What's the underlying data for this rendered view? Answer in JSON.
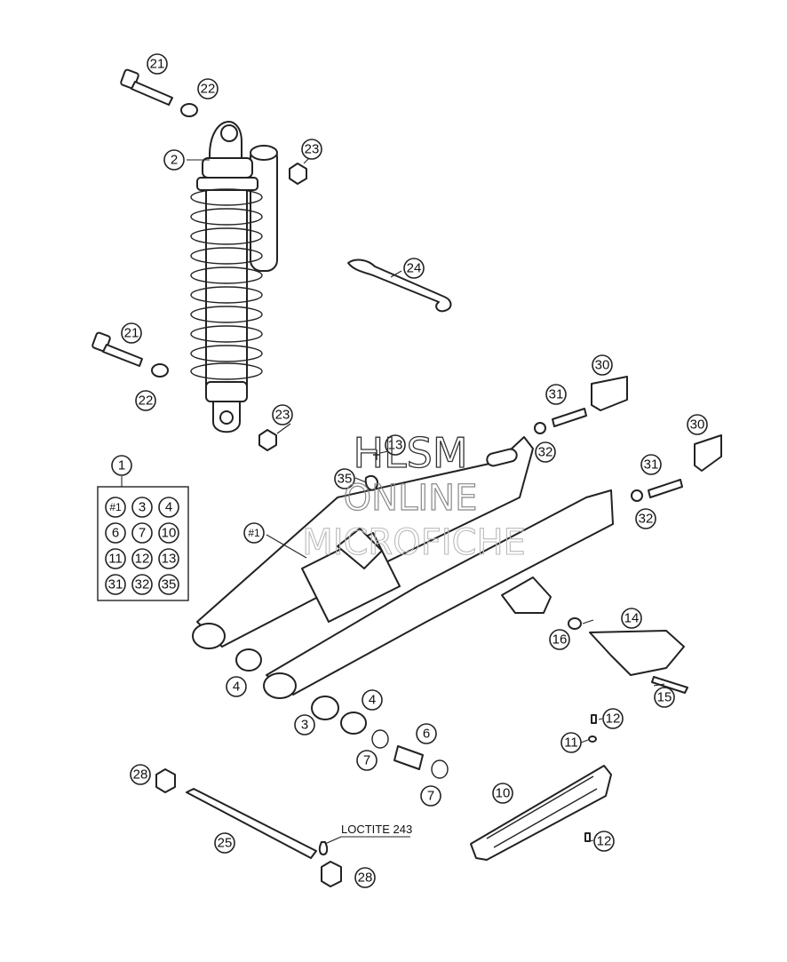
{
  "watermark": {
    "line1": "HLSM",
    "line2": "ONLINE",
    "line3": "MICROFICHE"
  },
  "note": {
    "loctite": "LOCTITE 243"
  },
  "kit_box": {
    "callout": "1",
    "items": [
      "#1",
      "3",
      "4",
      "6",
      "7",
      "10",
      "11",
      "12",
      "13",
      "31",
      "32",
      "35"
    ]
  },
  "callouts": {
    "c21a": "21",
    "c22a": "22",
    "c2": "2",
    "c23a": "23",
    "c24": "24",
    "c21b": "21",
    "c22b": "22",
    "c23b": "23",
    "c30a": "30",
    "c31a": "31",
    "c32a": "32",
    "c30b": "30",
    "c31b": "31",
    "c32b": "32",
    "c13": "13",
    "c35": "35",
    "c1sw": "#1",
    "c14": "14",
    "c16": "16",
    "c15": "15",
    "c4a": "4",
    "c3": "3",
    "c4b": "4",
    "c6": "6",
    "c7a": "7",
    "c7b": "7",
    "c12a": "12",
    "c11": "11",
    "c10": "10",
    "c12b": "12",
    "c28a": "28",
    "c25": "25",
    "c28b": "28"
  }
}
